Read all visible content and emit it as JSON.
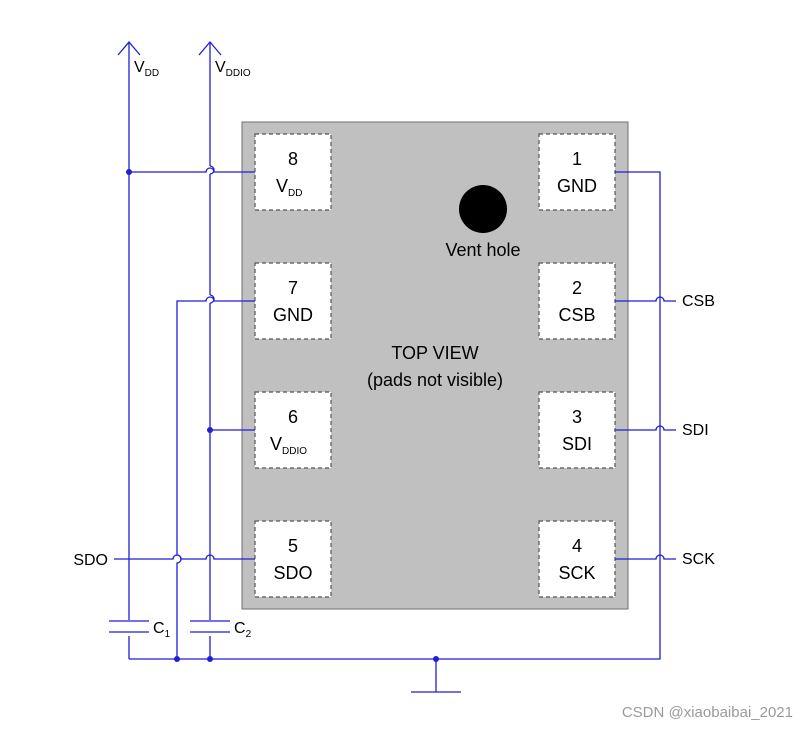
{
  "rails": {
    "vdd": {
      "main": "V",
      "sub": "DD"
    },
    "vddio": {
      "main": "V",
      "sub": "DDIO"
    }
  },
  "package": {
    "vent_label": "Vent hole",
    "view_title": "TOP VIEW",
    "view_subtitle": "(pads not visible)"
  },
  "pads": {
    "p1": {
      "number": "1",
      "name": "GND"
    },
    "p2": {
      "number": "2",
      "name": "CSB"
    },
    "p3": {
      "number": "3",
      "name": "SDI"
    },
    "p4": {
      "number": "4",
      "name": "SCK"
    },
    "p5": {
      "number": "5",
      "name": "SDO"
    },
    "p6": {
      "number": "6",
      "name_main": "V",
      "name_sub": "DDIO"
    },
    "p7": {
      "number": "7",
      "name": "GND"
    },
    "p8": {
      "number": "8",
      "name_main": "V",
      "name_sub": "DD"
    }
  },
  "signals": {
    "csb": "CSB",
    "sdi": "SDI",
    "sck": "SCK",
    "sdo": "SDO"
  },
  "capacitors": {
    "c1": {
      "main": "C",
      "sub": "1"
    },
    "c2": {
      "main": "C",
      "sub": "2"
    }
  },
  "watermark": "CSDN @xiaobaibai_2021",
  "colors": {
    "wire": "#1f1fd6",
    "package_body": "#c0c0c0",
    "vent_hole": "#000000"
  }
}
